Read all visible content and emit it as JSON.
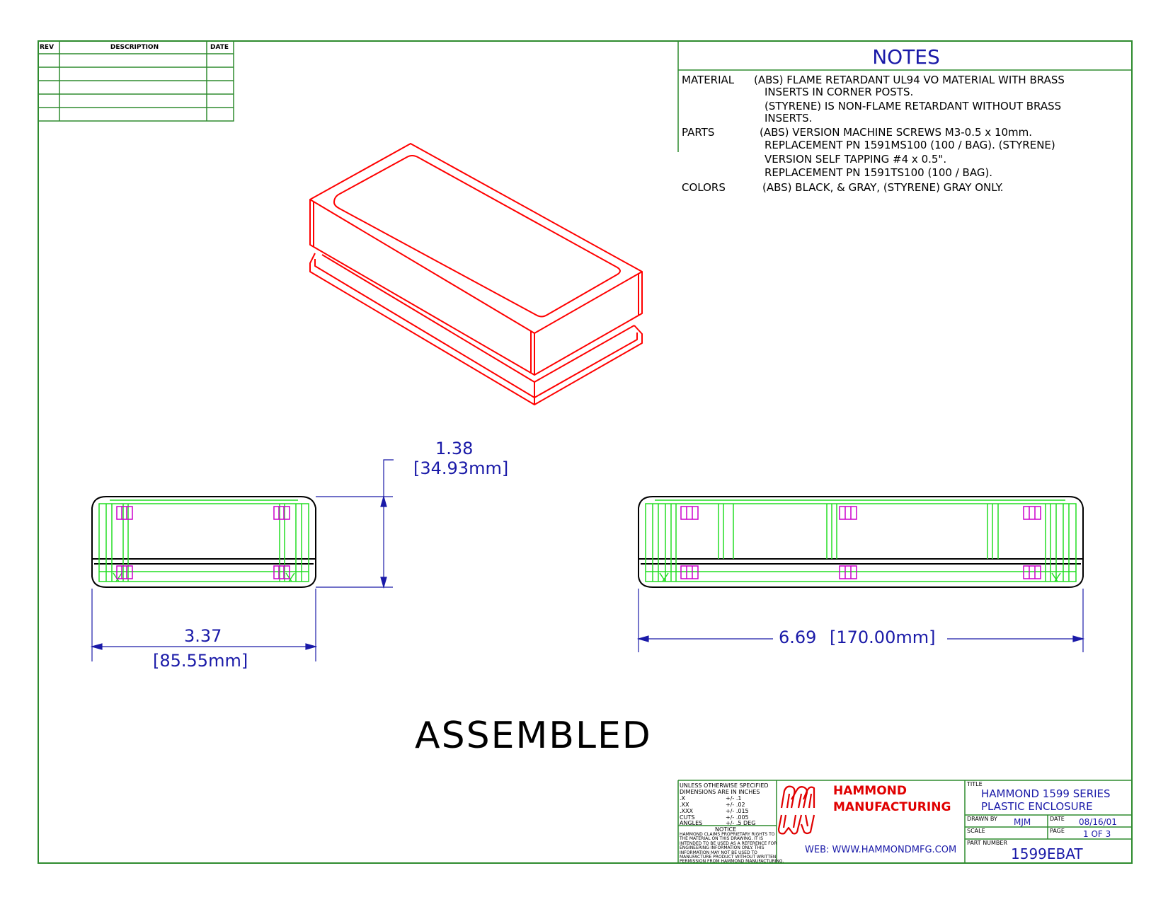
{
  "revision_table": {
    "headers": [
      "REV",
      "DESCRIPTION",
      "DATE"
    ]
  },
  "notes": {
    "title": "NOTES",
    "material_label": "MATERIAL",
    "material_lines": [
      "(ABS) FLAME RETARDANT UL94 VO MATERIAL WITH BRASS",
      "INSERTS IN CORNER POSTS.",
      "(STYRENE) IS NON-FLAME RETARDANT WITHOUT BRASS",
      "INSERTS."
    ],
    "parts_label": "PARTS",
    "parts_lines": [
      "(ABS) VERSION MACHINE SCREWS M3-0.5 x 10mm.",
      "REPLACEMENT PN 1591MS100 (100 / BAG). (STYRENE)",
      "VERSION SELF TAPPING #4 x 0.5\".",
      "REPLACEMENT PN 1591TS100 (100 / BAG)."
    ],
    "colors_label": "COLORS",
    "colors_line": "(ABS) BLACK, & GRAY, (STYRENE) GRAY ONLY."
  },
  "dimensions": {
    "height_in": "1.38",
    "height_mm": "[34.93mm]",
    "width_in": "3.37",
    "width_mm": "[85.55mm]",
    "length": "6.69",
    "length_mm": "[170.00mm]"
  },
  "view_label": "ASSEMBLED",
  "title_block": {
    "tolerance_header": [
      "UNLESS OTHERWISE SPECIFIED",
      "DIMENSIONS ARE IN INCHES"
    ],
    "tolerances": [
      {
        "label": ".X",
        "value": "+/- .1"
      },
      {
        "label": ".XX",
        "value": "+/- .02"
      },
      {
        "label": ".XXX",
        "value": "+/- .015"
      },
      {
        "label": "CUTS",
        "value": "+/- .005"
      },
      {
        "label": "ANGLES",
        "value": "+/- .5 DEG"
      }
    ],
    "notice_label": "NOTICE",
    "notice_lines": [
      "HAMMOND CLAIMS PROPRIETARY RIGHTS TO",
      "THE MATERIAL ON THIS DRAWING. IT IS",
      "INTENDED TO BE USED AS A REFERENCE FOR",
      "ENGINEERING INFORMATION ONLY. THIS",
      "INFORMATION MAY NOT BE USED TO",
      "MANUFACTURE PRODUCT WITHOUT WRITTEN",
      "PERMISSION FROM HAMMOND MANUFACTURING."
    ],
    "company_line1": "HAMMOND",
    "company_line2": "MANUFACTURING",
    "web": "WEB: WWW.HAMMONDMFG.COM",
    "title_label": "TITLE",
    "title_line1": "HAMMOND 1599 SERIES",
    "title_line2": "PLASTIC ENCLOSURE",
    "drawn_by_label": "DRAWN BY",
    "drawn_by": "MJM",
    "date_label": "DATE",
    "date": "08/16/01",
    "scale_label": "SCALE",
    "page_label": "PAGE",
    "page": "1 OF 3",
    "part_number_label": "PART NUMBER",
    "part_number": "1599EBAT"
  },
  "colors": {
    "border": "#2e8b2e",
    "isometric": "#ff0000",
    "dimension": "#1a1aa8",
    "internal": "#22dd22",
    "insert": "#cc00cc",
    "brand": "#e00000"
  }
}
